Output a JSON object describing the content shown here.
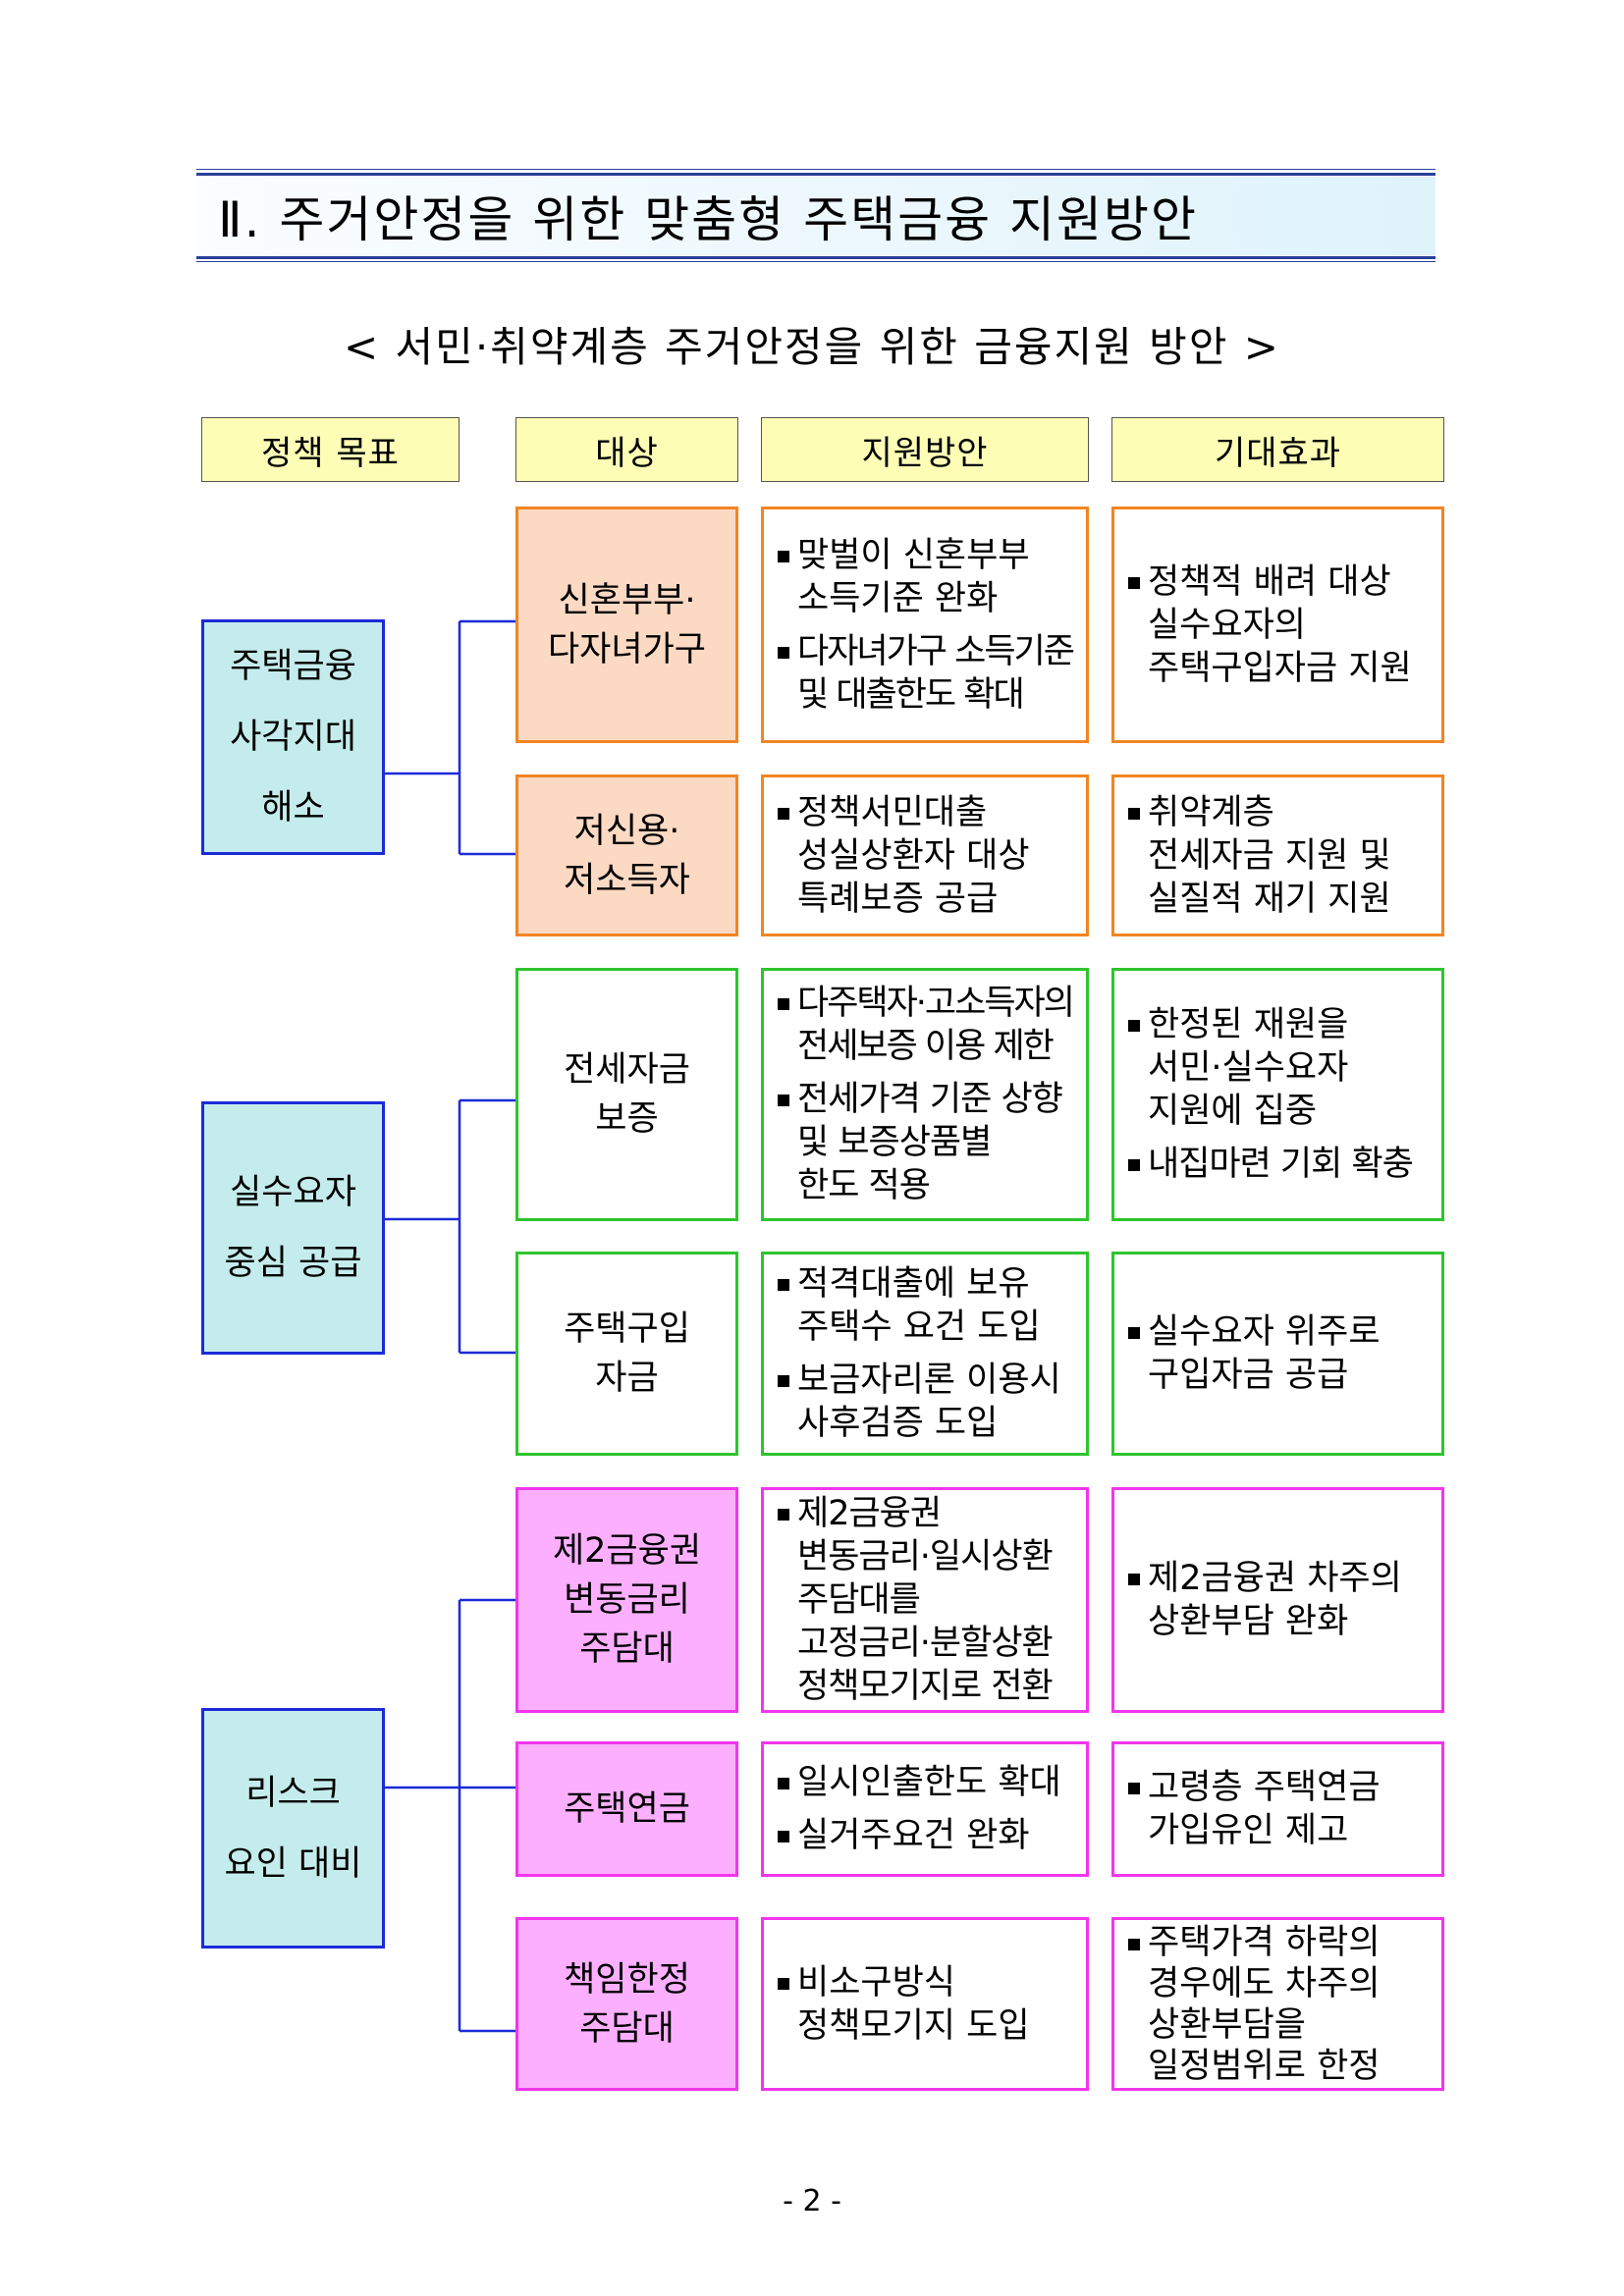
{
  "title": "Ⅱ. 주거안정을 위한 맞춤형 주택금융 지원방안",
  "subtitle": "< 서민·취약계층 주거안정을 위한 금융지원 방안 >",
  "headers": {
    "goal": "정책 목표",
    "target": "대상",
    "support": "지원방안",
    "effect": "기대효과"
  },
  "colors": {
    "title_rule": "#2b3f9a",
    "header_fill": "#fdfdb6",
    "goal_fill": "#c5eced",
    "goal_border": "#1b2bd8",
    "connector": "#1b2bd8",
    "group1": "#f28522",
    "group1_fill": "#fbd9c3",
    "group2": "#2dc52d",
    "group3": "#f235ee",
    "group3_fill": "#fcafff"
  },
  "groups": [
    {
      "goal": [
        "주택금융",
        "사각지대",
        "해소"
      ],
      "rows": [
        {
          "target": "신혼부부·\n다자녀가구",
          "support": [
            "맞벌이 신혼부부\n소득기준 완화",
            "다자녀가구 소득기준\n및 대출한도 확대"
          ],
          "effect": [
            "정책적 배려 대상\n실수요자의\n주택구입자금 지원"
          ]
        },
        {
          "target": "저신용·\n저소득자",
          "support": [
            "정책서민대출\n성실상환자 대상\n특례보증 공급"
          ],
          "effect": [
            "취약계층\n전세자금 지원 및\n실질적 재기 지원"
          ]
        }
      ]
    },
    {
      "goal": [
        "실수요자",
        "중심 공급"
      ],
      "rows": [
        {
          "target": "전세자금\n보증",
          "support": [
            "다주택자·고소득자의\n전세보증 이용 제한",
            "전세가격 기준 상향\n및 보증상품별\n한도 적용"
          ],
          "effect": [
            "한정된 재원을\n서민·실수요자\n지원에 집중",
            "내집마련 기회 확충"
          ]
        },
        {
          "target": "주택구입\n자금",
          "support": [
            "적격대출에 보유\n주택수 요건 도입",
            "보금자리론 이용시\n사후검증 도입"
          ],
          "effect": [
            "실수요자 위주로\n구입자금 공급"
          ]
        }
      ]
    },
    {
      "goal": [
        "리스크",
        "요인 대비"
      ],
      "rows": [
        {
          "target": "제2금융권\n변동금리\n주담대",
          "support": [
            "제2금융권\n변동금리·일시상환\n주담대를\n고정금리·분할상환\n정책모기지로 전환"
          ],
          "effect": [
            "제2금융권 차주의\n상환부담 완화"
          ]
        },
        {
          "target": "주택연금",
          "support": [
            "일시인출한도 확대",
            "실거주요건 완화"
          ],
          "effect": [
            "고령층 주택연금\n가입유인 제고"
          ]
        },
        {
          "target": "책임한정\n주담대",
          "support": [
            "비소구방식\n정책모기지 도입"
          ],
          "effect": [
            "주택가격 하락의\n경우에도 차주의\n상환부담을\n일정범위로 한정"
          ]
        }
      ]
    }
  ],
  "page_number": "- 2 -"
}
